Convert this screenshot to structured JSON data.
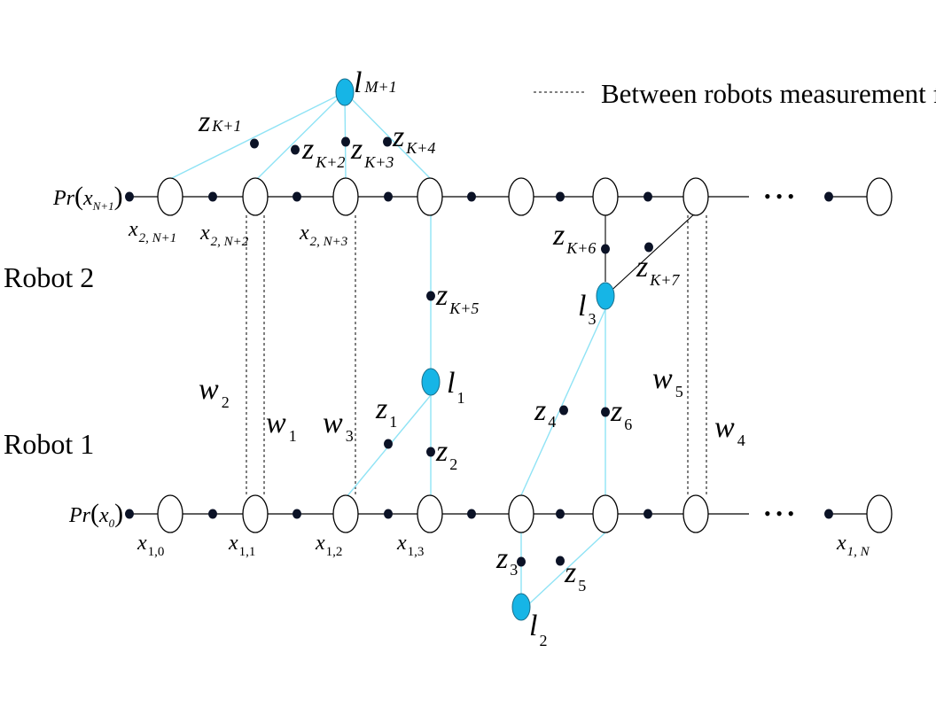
{
  "legend": {
    "text": "Between robots measurement factor"
  },
  "robots": {
    "robot2": "Robot 2",
    "robot1": "Robot 1"
  },
  "priors": {
    "robot2": {
      "base": "Pr(",
      "var": "x",
      "sub": "N+1",
      "close": ")"
    },
    "robot1": {
      "base": "Pr(",
      "var": "x",
      "sub": "0",
      "close": ")"
    }
  },
  "ellipsis": "• • •",
  "poses": [
    {
      "id": "x2_N1",
      "var": "x",
      "sub": "2, N+1"
    },
    {
      "id": "x2_N2",
      "var": "x",
      "sub": "2, N+2"
    },
    {
      "id": "x2_N3",
      "var": "x",
      "sub": "2, N+3"
    },
    {
      "id": "x1_0",
      "var": "x",
      "sub": "1,0"
    },
    {
      "id": "x1_1",
      "var": "x",
      "sub": "1,1"
    },
    {
      "id": "x1_2",
      "var": "x",
      "sub": "1,2"
    },
    {
      "id": "x1_3",
      "var": "x",
      "sub": "1,3"
    },
    {
      "id": "x1_N",
      "var": "x",
      "sub": "1, N"
    }
  ],
  "landmarks": [
    {
      "id": "lM1",
      "var": "l",
      "sub": "M+1"
    },
    {
      "id": "l1",
      "var": "l",
      "sub": "1"
    },
    {
      "id": "l2",
      "var": "l",
      "sub": "2"
    },
    {
      "id": "l3",
      "var": "l",
      "sub": "3"
    }
  ],
  "measurements": [
    {
      "id": "zK1",
      "var": "z",
      "sub": "K+1"
    },
    {
      "id": "zK2",
      "var": "z",
      "sub": "K+2"
    },
    {
      "id": "zK3",
      "var": "z",
      "sub": "K+3"
    },
    {
      "id": "zK4",
      "var": "z",
      "sub": "K+4"
    },
    {
      "id": "zK5",
      "var": "z",
      "sub": "K+5"
    },
    {
      "id": "zK6",
      "var": "z",
      "sub": "K+6"
    },
    {
      "id": "zK7",
      "var": "z",
      "sub": "K+7"
    },
    {
      "id": "z1",
      "var": "z",
      "sub": "1"
    },
    {
      "id": "z2",
      "var": "z",
      "sub": "2"
    },
    {
      "id": "z3",
      "var": "z",
      "sub": "3"
    },
    {
      "id": "z4",
      "var": "z",
      "sub": "4"
    },
    {
      "id": "z5",
      "var": "z",
      "sub": "5"
    },
    {
      "id": "z6",
      "var": "z",
      "sub": "6"
    }
  ],
  "between_factors": [
    {
      "id": "w1",
      "var": "w",
      "sub": "1"
    },
    {
      "id": "w2",
      "var": "w",
      "sub": "2"
    },
    {
      "id": "w3",
      "var": "w",
      "sub": "3"
    },
    {
      "id": "w4",
      "var": "w",
      "sub": "4"
    },
    {
      "id": "w5",
      "var": "w",
      "sub": "5"
    }
  ],
  "colors": {
    "landmark_fill": "#16b5e6",
    "landmark_edge": "#8fe3f5",
    "factor_dot": "#0b1226",
    "line": "#000000"
  }
}
